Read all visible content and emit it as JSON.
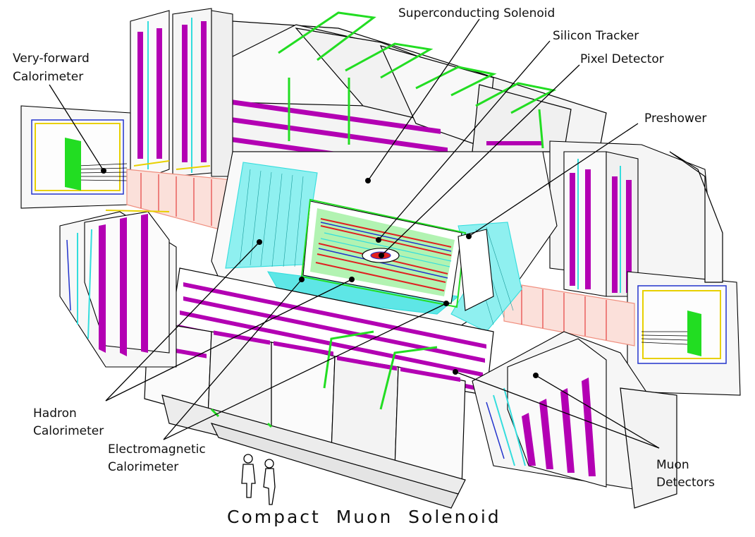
{
  "title": "Compact  Muon  Solenoid",
  "labels": {
    "very_forward": [
      "Very-forward",
      "Calorimeter"
    ],
    "solenoid": "Superconducting Solenoid",
    "tracker": "Silicon Tracker",
    "pixel": "Pixel Detector",
    "preshower": "Preshower",
    "hadron": [
      "Hadron",
      "Calorimeter"
    ],
    "ecal": [
      "Electromagnetic",
      "Calorimeter"
    ],
    "muon": [
      "Muon",
      "Detectors"
    ]
  },
  "colors": {
    "yoke_magenta": "#b300b3",
    "coil_green": "#22dd22",
    "ecal_cyan": "#33dddd",
    "tracker_red": "#e02020",
    "hcal_salmon": "#f09080",
    "outline_blue": "#2233cc",
    "accent_yellow": "#e8d000"
  }
}
